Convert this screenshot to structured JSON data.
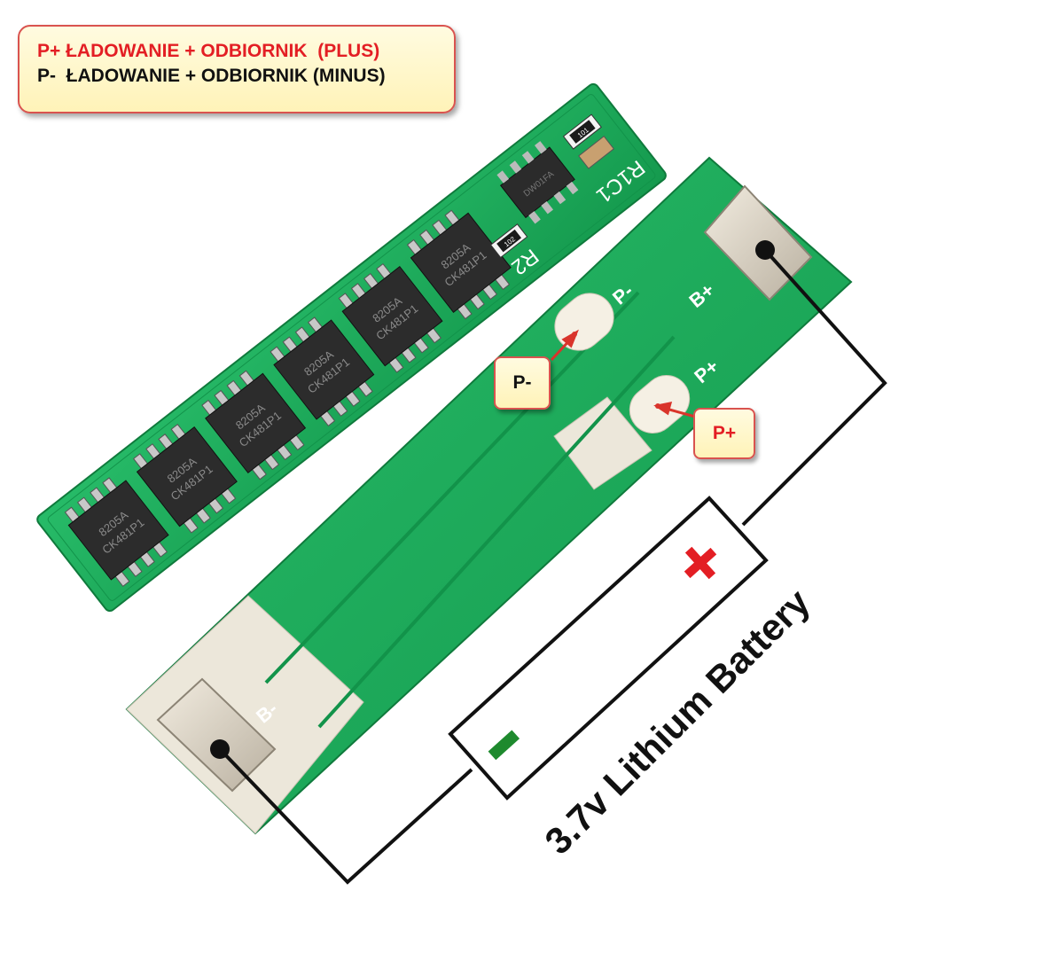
{
  "legend": {
    "line1": "P+ ŁADOWANIE + ODBIORNIK  (PLUS)",
    "line2": "P-  ŁADOWANIE + ODBIORNIK (MINUS)",
    "line1_color": "#e31e24",
    "line2_color": "#111111"
  },
  "board_left": {
    "chip_marking_lines": [
      "8205A",
      "CK481P1"
    ],
    "chip_count": 6,
    "labels": {
      "r1c1": "R1C1",
      "r2": "R2",
      "ic_marking": "DW01FA",
      "resistor1": "101",
      "resistor2": "102"
    }
  },
  "board_right": {
    "pad_labels": {
      "b_plus": "B+",
      "b_minus": "B-",
      "p_minus": "P-",
      "p_plus": "P+"
    }
  },
  "callouts": {
    "p_minus": "P-",
    "p_plus": "P+"
  },
  "battery": {
    "label": "3.7v Lithium Battery",
    "plus_symbol_color": "#e31e24",
    "minus_symbol_color": "#1e8a2e"
  },
  "colors": {
    "pcb": "#1fae5e",
    "pcb_dark": "#158a47",
    "pad": "#d9d0c0",
    "wire": "#111111"
  }
}
